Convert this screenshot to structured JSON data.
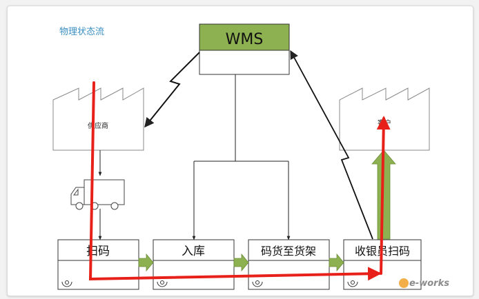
{
  "title": "物理状态流",
  "wms": {
    "label": "WMS",
    "header_color": "#8db050"
  },
  "supplier": {
    "label": "供应商"
  },
  "customer": {
    "label": "客户"
  },
  "steps": [
    {
      "label": "扫码"
    },
    {
      "label": "入库"
    },
    {
      "label": "码货至货架"
    },
    {
      "label": "收银员扫码"
    }
  ],
  "colors": {
    "title": "#3b8fc2",
    "flow_red": "#e8201a",
    "push_arrow": "#8db050",
    "line": "#222222"
  },
  "icons": [
    "truck-icon",
    "operator-icon",
    "factory-icon",
    "lightning-arrow-icon",
    "push-arrow-icon"
  ],
  "logo": {
    "text": "e-works"
  }
}
